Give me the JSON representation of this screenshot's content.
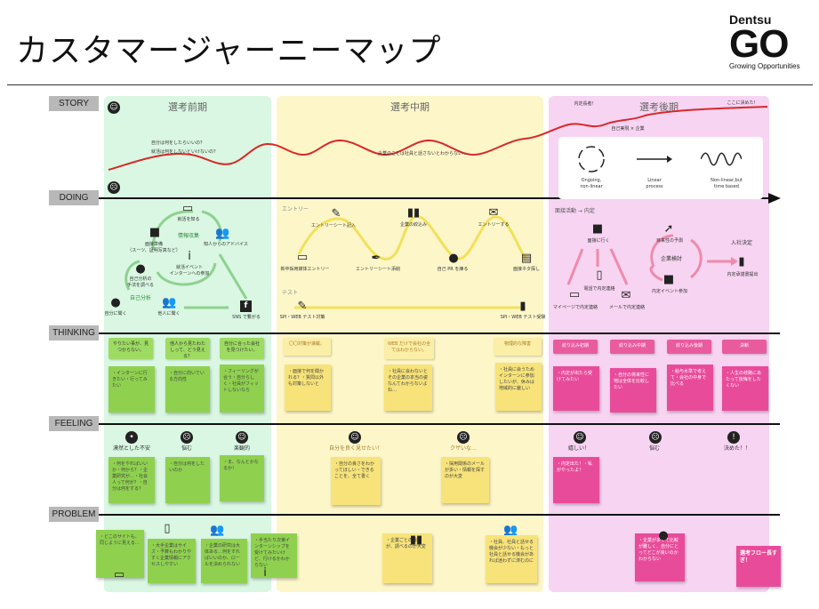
{
  "header": {
    "title": "カスタマージャーニーマップ",
    "logo_top": "Dentsu",
    "logo_main": "GO",
    "logo_sub": "Growing Opportunities"
  },
  "rows": {
    "story": "STORY",
    "doing": "DOING",
    "thinking": "THINKING",
    "feeling": "FEELING",
    "problem": "PROBLEM"
  },
  "phases": {
    "early": "選考前期",
    "middle": "選考中期",
    "late": "選考後期"
  },
  "story": {
    "q1": "自分は何をしたらいいの？",
    "q2": "就活は何をしないといけないの？",
    "mid": "企業のことは社員と話さないとわからない…",
    "offer": "内定長者！",
    "self": "自己実現 × 企業",
    "decide": "ここに決めた！",
    "legend": {
      "ongoing": "Ongoing,",
      "ongoing2": "non-linear",
      "linear": "Linear",
      "linear2": "process",
      "nonlinear": "Non-linear,but",
      "nonlinear2": "time based"
    }
  },
  "doing": {
    "early": {
      "info_title": "情報収集",
      "self_title": "自己分析",
      "n1": "就活を知る",
      "n2a": "面接準備",
      "n2b": "（スーツ、証明写真など）",
      "n3": "知人からのアドバイス",
      "n4a": "就活イベント",
      "n4b": "インターンへの参加",
      "n5a": "自己分析の",
      "n5b": "手法を調べる",
      "n6": "自分に聞く",
      "n7": "他人に聞く",
      "n8": "SNS で繋がる"
    },
    "middle": {
      "entry_title": "エントリー",
      "test_title": "テスト",
      "e1": "エントリーシート記入",
      "e2": "企業の絞込み",
      "e3": "エントリーする",
      "e4": "新卒採用媒体エントリー",
      "e5": "エントリーシート添削",
      "e6": "自己 PR を練る",
      "e7": "面接ネタ探し",
      "t1": "SPI・WEB テスト対策",
      "t2": "SPI・WEB テスト受験"
    },
    "late": {
      "title": "面接活動 → 内定",
      "l1": "面接に行く",
      "l2": "電話で内定連絡",
      "l3": "マイページで内定連絡",
      "l4": "メールで内定連絡",
      "l5": "目来性の予測",
      "l6_title": "企業検討",
      "l7": "内定イベント参加",
      "l8_title": "入社決定",
      "l9": "内定承諾書提出"
    }
  },
  "thinking": {
    "heads_early": [
      "やりたい事が、見つからない。",
      "他人から見たわたしって、どう見える？",
      "自分に合った会社を見つけたい。"
    ],
    "notes_early": [
      "・インターンに行きたい・行ってみたい",
      "・自分に向いている方向性",
      "・フィーリングが合う・自分らしく・社員がフィットしないなら"
    ],
    "heads_middle": [
      "〇〇対策が満載。",
      "WEB だけで会社の全てはわからない。",
      "物理的な障害"
    ],
    "notes_middle": [
      "・面接で何を聞かれる？・質問以外も対策しないと",
      "・社員に会わないとその企業の本当の姿なんてわからないよね…",
      "・社員に会うためインターンに参加したいが、休みは地域的に厳しい"
    ],
    "heads_late": [
      "絞り込み初期",
      "絞り込み中期",
      "絞り込み後期",
      "決断"
    ],
    "notes_late": [
      "・内定が出たら受けてみたい",
      "・自分の将来性に地は全体を比較したい",
      "・給与水準で考えて・会社の中身で比べる",
      "・人生の岐路にあたって後悔をしたくない"
    ]
  },
  "feeling": {
    "early": [
      "漠然とした不安",
      "悩む",
      "楽観的"
    ],
    "early_notes": [
      "・何をやればいいか・何から？・企業研究が…・社会人って何が？・自分は何をする？",
      "・自分は何をしたいのか",
      "・ま、なんとかなるか！"
    ],
    "middle": [
      "自分を良く見せたい！",
      "クザいな…"
    ],
    "middle_notes": [
      "・自分の良さをわかってほしい・できることを、全て書く",
      "・採用関係のメールが多い・情報を探すのが大変"
    ],
    "late": [
      "嬉しい！",
      "悩む",
      "決めた！！"
    ],
    "late_notes": [
      "・内定出た！・私がやったよ！"
    ]
  },
  "problem": {
    "notes_early": [
      "・どこのサイトも、同じように見える…",
      "・大手企業はサイズ・予算もわかりやすく企業情報にアクセスしやすい",
      "・企業の研究は大体ある…何をすればいいのか、ロールを決められない",
      "・手当たり次第インターンシップを受けてみたいけど、行けるかわからない"
    ],
    "notes_middle": [
      "・企業ごとの違いが、調べるのが大変",
      "・社員、社員と話せる機会が少ない・もっと社員と話せる機会があれば迷わずに済むのに"
    ],
    "notes_late": [
      "・企業が多くて比較が難しく、自分にとってどこが良いのかわからない",
      "選考フロー長すぎ！"
    ]
  },
  "colors": {
    "green_band": "#d9f7e2",
    "yellow_band": "#fdf6c9",
    "pink_band": "#f7d4f2",
    "curve": "#d9282a"
  }
}
